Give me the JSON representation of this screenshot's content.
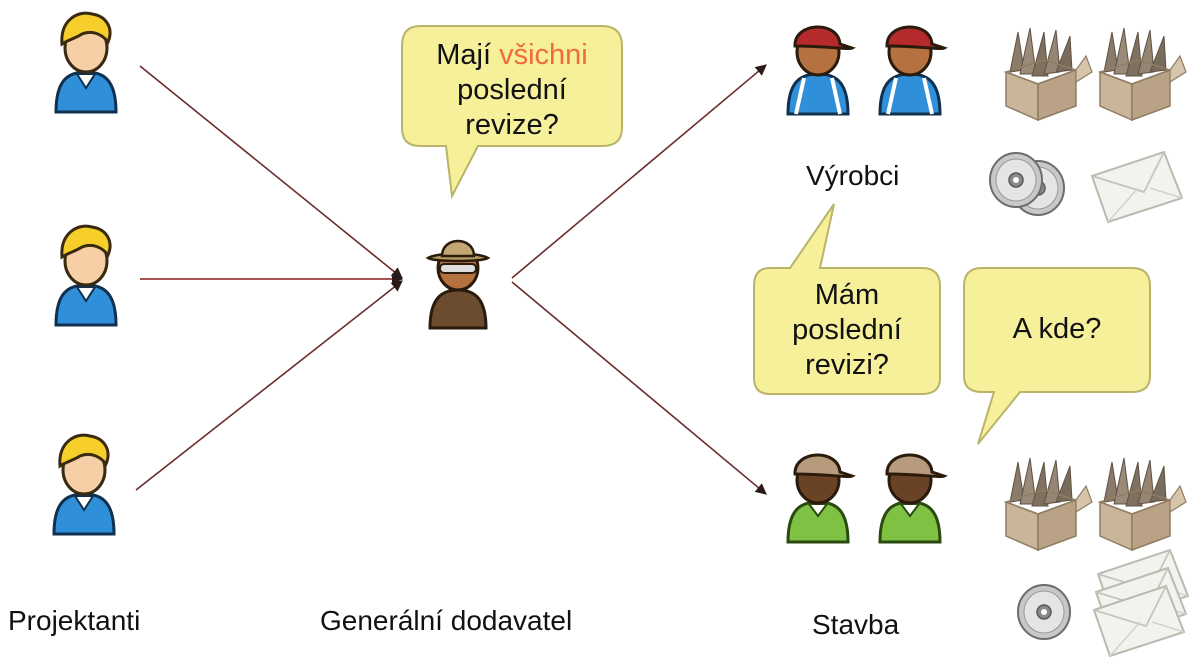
{
  "groups": {
    "designers": "Projektanti",
    "contractor": "Generální dodavatel",
    "manufacturers": "Výrobci",
    "site": "Stavba"
  },
  "bubbles": {
    "contractor_question": {
      "line1_pre": "Mají ",
      "line1_highlight": "všichni",
      "line2": "poslední",
      "line3": "revize?"
    },
    "site_question": {
      "line1": "Mám",
      "line2": "poslední",
      "line3": "revizi?"
    },
    "site_where": {
      "line1": "A kde?"
    }
  },
  "colors": {
    "highlight": "#f26a3d",
    "bubble_fill": "#f7f09a",
    "bubble_stroke": "#b9b46a",
    "arrow": "#6b2b2b"
  },
  "icons": {
    "designer": "blonde-person-icon",
    "contractor": "hat-sunglasses-person-icon",
    "manufacturer": "red-cap-worker-icon",
    "builder": "cap-builder-icon",
    "box": "document-box-icon",
    "disc": "cd-disc-icon",
    "letter": "envelope-icon"
  }
}
